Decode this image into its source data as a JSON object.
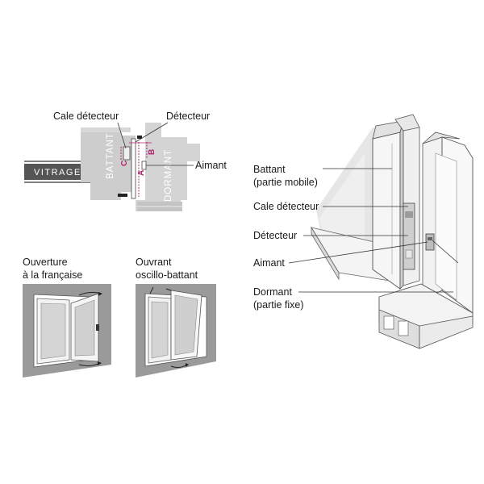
{
  "section_view": {
    "labels": {
      "cale_detecteur": "Cale détecteur",
      "detecteur": "Détecteur",
      "aimant": "Aimant",
      "vitrage": "VITRAGE",
      "battant": "BATTANT",
      "dormant": "DORMANT"
    },
    "dimensions": [
      "A",
      "B",
      "C"
    ]
  },
  "opening_types": [
    {
      "line1": "Ouverture",
      "line2": "à la française"
    },
    {
      "line1": "Ouvrant",
      "line2": "oscillo-battant"
    }
  ],
  "perspective_view": {
    "labels": {
      "battant_1": "Battant",
      "battant_2": "(partie mobile)",
      "cale_detecteur": "Cale détecteur",
      "detecteur": "Détecteur",
      "aimant": "Aimant",
      "dormant_1": "Dormant",
      "dormant_2": "(partie fixe)"
    }
  },
  "colors": {
    "accent_dimension": "#b0246e",
    "profile_grey": "#cfcfcf",
    "wall_grey": "#9a9a9a"
  }
}
